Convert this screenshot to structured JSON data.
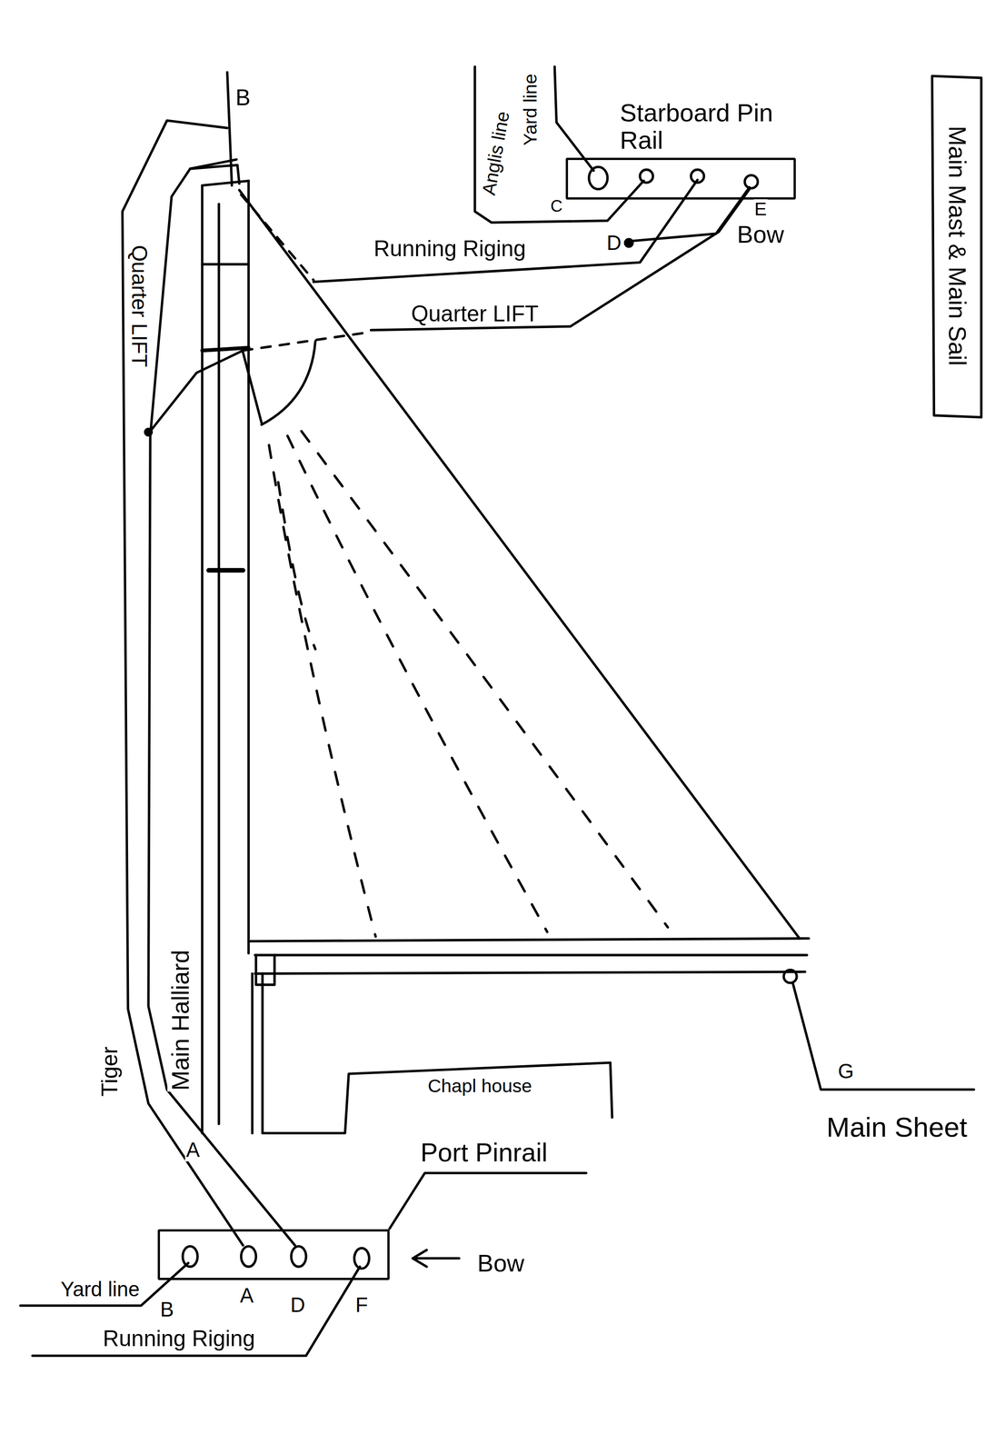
{
  "diagram": {
    "title": "Main Mast & Main Sail",
    "nodes": [
      {
        "text": [
          "Starboard Pin Rail"
        ]
      },
      {
        "text": [
          "Chapl house"
        ]
      },
      {
        "text": [
          "Port Pinrail"
        ]
      }
    ],
    "labels": [
      "B",
      "Yard line",
      "Anglis line",
      "C",
      "D",
      "E",
      "Bow",
      "Running Riging",
      "Quarter LIFT",
      "Quarter LIFT",
      "Main Halliard",
      "Tiger",
      "A",
      "G",
      "Main Sheet",
      "Bow",
      "Yard line",
      "B",
      "A",
      "D",
      "F",
      "Running Riging"
    ]
  }
}
